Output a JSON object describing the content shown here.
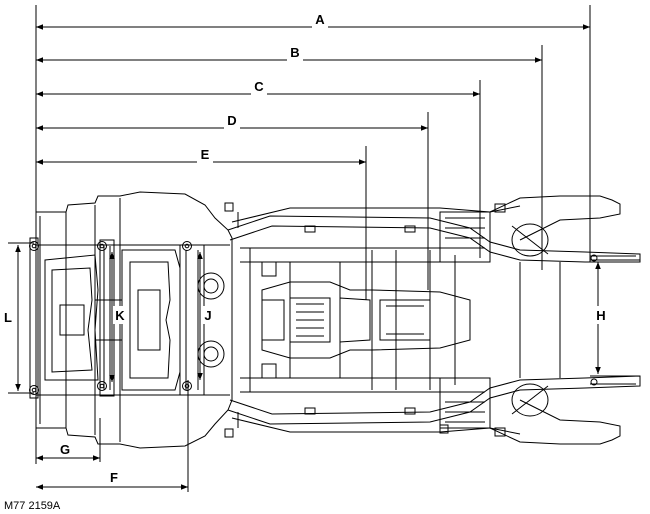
{
  "figure_reference": "M77 2159A",
  "dimensions": [
    {
      "label": "A"
    },
    {
      "label": "B"
    },
    {
      "label": "C"
    },
    {
      "label": "D"
    },
    {
      "label": "E"
    },
    {
      "label": "F"
    },
    {
      "label": "G"
    },
    {
      "label": "H"
    },
    {
      "label": "J"
    },
    {
      "label": "K"
    },
    {
      "label": "L"
    }
  ]
}
